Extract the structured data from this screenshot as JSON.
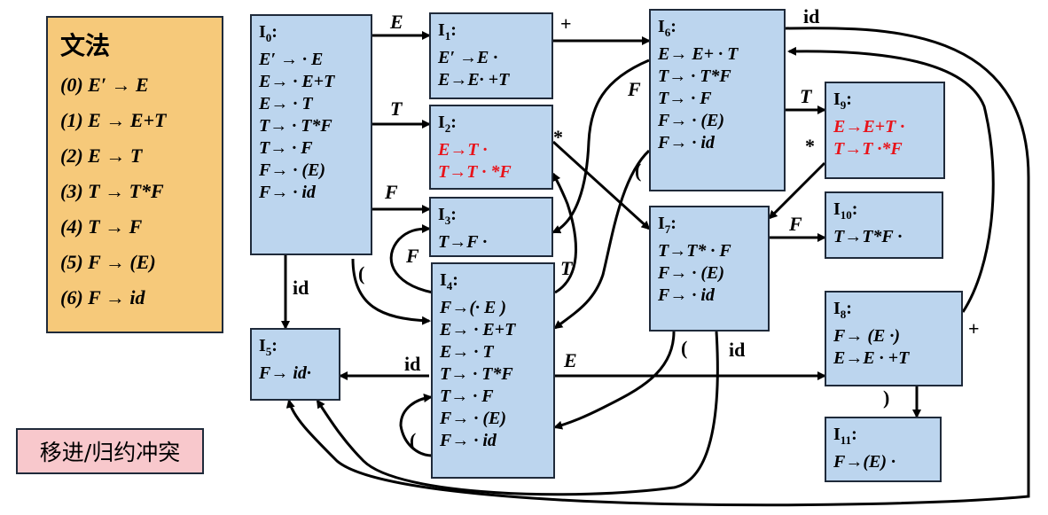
{
  "grammar": {
    "title": "文法",
    "rules": [
      "(0) E′ → E",
      "(1) E → E+T",
      "(2) E → T",
      "(3) T → T*F",
      "(4) T → F",
      "(5) F → (E)",
      "(6) F → id"
    ]
  },
  "states": {
    "I0": {
      "label": "I",
      "num": "0",
      "items": [
        "E′ → · E",
        "E→ · E+T",
        "E→ · T",
        "T→ · T*F",
        "T→ · F",
        "F→ · (E)",
        "F→ · id"
      ]
    },
    "I1": {
      "label": "I",
      "num": "1",
      "items": [
        "E′ →E ·",
        "E→E· +T"
      ]
    },
    "I2": {
      "label": "I",
      "num": "2",
      "items": [
        "E→T ·",
        "T→T · *F"
      ]
    },
    "I3": {
      "label": "I",
      "num": "3",
      "items": [
        "T→F ·"
      ]
    },
    "I4": {
      "label": "I",
      "num": "4",
      "items": [
        "F→(· E )",
        "E→ · E+T",
        "E→ · T",
        "T→ · T*F",
        "T→ · F",
        "F→ · (E)",
        "F→ · id"
      ]
    },
    "I5": {
      "label": "I",
      "num": "5",
      "items": [
        "F→ id·"
      ]
    },
    "I6": {
      "label": "I",
      "num": "6",
      "items": [
        "E→ E+ · T",
        "T→ · T*F",
        "T→ · F",
        "F→ · (E)",
        "F→ · id"
      ]
    },
    "I7": {
      "label": "I",
      "num": "7",
      "items": [
        "T→T* · F",
        "F→ · (E)",
        "F→ · id"
      ]
    },
    "I8": {
      "label": "I",
      "num": "8",
      "items": [
        "F→ (E ·)",
        "E→E · +T"
      ]
    },
    "I9": {
      "label": "I",
      "num": "9",
      "items": [
        "E→E+T ·",
        "T→T ·*F"
      ]
    },
    "I10": {
      "label": "I",
      "num": "10",
      "items": [
        "T→T*F ·"
      ]
    },
    "I11": {
      "label": "I",
      "num": "11",
      "items": [
        "F→(E) ·"
      ]
    }
  },
  "edge_labels": {
    "e01": "E",
    "e02": "T",
    "e03": "F",
    "e05": "id",
    "e04": "(",
    "e16": "+",
    "e27": "*",
    "e69": "T",
    "e97": "*",
    "e710": "F",
    "e6id": "id",
    "e6F": "F",
    "e6paren": "(",
    "e43": "F",
    "e42": "T",
    "e4id": "id",
    "e4E": "E",
    "e44": "(",
    "e7paren": "(",
    "e7id": "id",
    "e8paren": ")",
    "e8plus": "+"
  },
  "legend": {
    "conflict": "移进/归约冲突"
  },
  "colors": {
    "state_fill": "#bcd5ee",
    "grammar_fill": "#f6c97a",
    "conflict_fill": "#f8c8cc",
    "conflict_text": "#e8141b"
  }
}
